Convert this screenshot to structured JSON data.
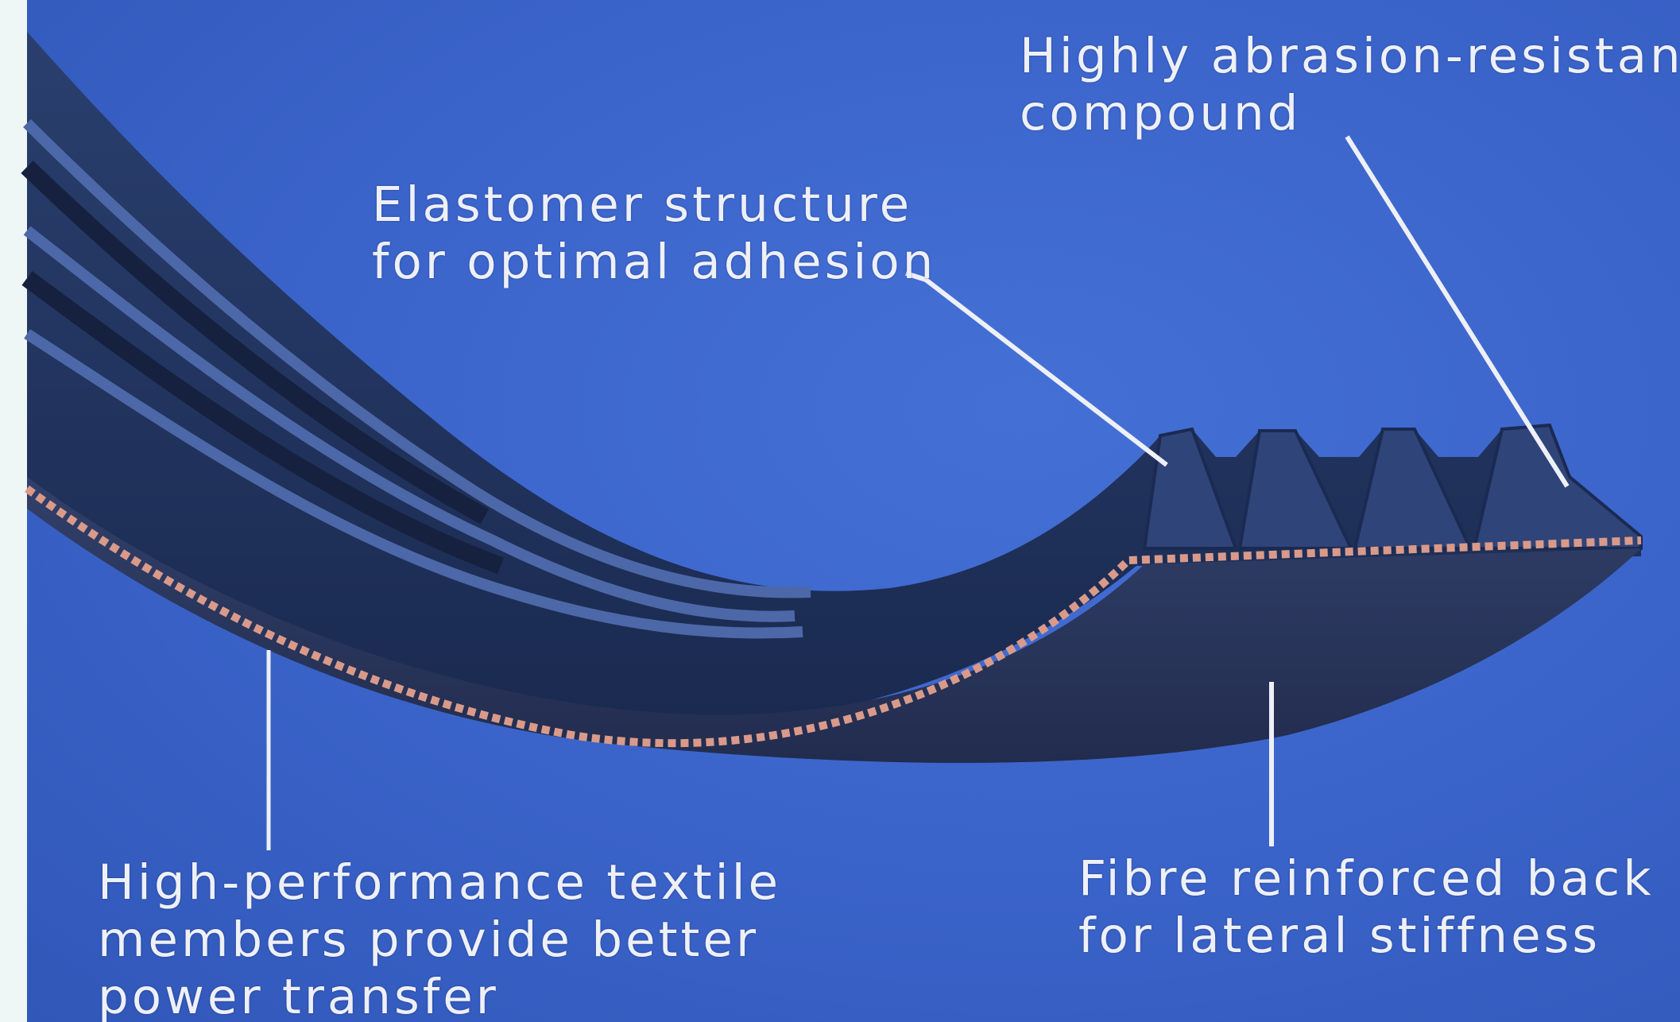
{
  "background_color": "#3d66cc",
  "annotations": {
    "abrasion": {
      "line1": "Highly abrasion-resistant",
      "line2": "compound"
    },
    "elastomer": {
      "line1": "Elastomer structure",
      "line2": "for optimal adhesion"
    },
    "textile": {
      "line1": "High-performance textile",
      "line2": "members provide better",
      "line3": "power transfer"
    },
    "fibre": {
      "line1": "Fibre reinforced back",
      "line2": "for lateral stiffness"
    }
  }
}
